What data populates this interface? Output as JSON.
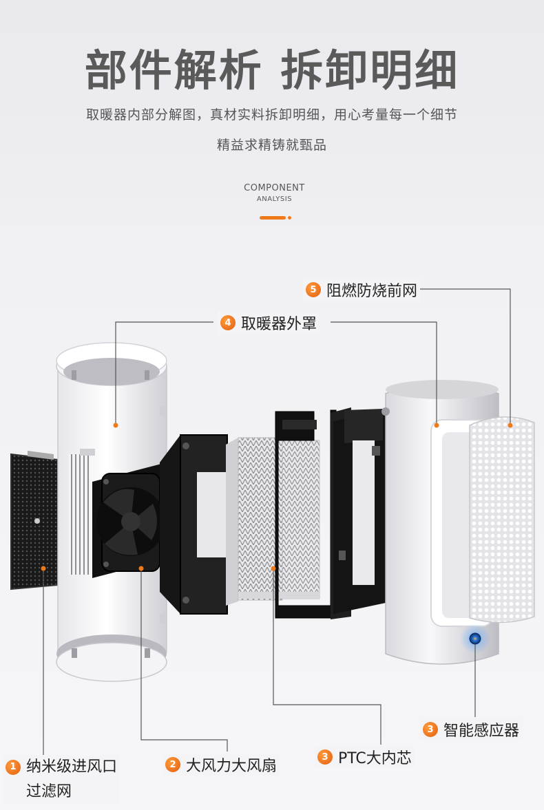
{
  "header": {
    "title": "部件解析 拆卸明细",
    "subtitle_line1": "取暖器内部分解图，真材实料拆卸明细，用心考量每一个细节",
    "subtitle_line2": "精益求精铸就甄品",
    "en_line1": "COMPONENT",
    "en_line2": "ANALYSIS"
  },
  "accent_color": "#f07a1a",
  "callouts": {
    "c5": {
      "num": "5",
      "label": "阻燃防烧前网"
    },
    "c4": {
      "num": "4",
      "label": "取暖器外罩"
    },
    "c3a": {
      "num": "3",
      "label": "智能感应器"
    },
    "c3b": {
      "num": "3",
      "label": "PTC大内芯"
    },
    "c2": {
      "num": "2",
      "label": "大风力大风扇"
    },
    "c1": {
      "num": "1",
      "label_line1": "纳米级进风口",
      "label_line2": "过滤网"
    }
  }
}
